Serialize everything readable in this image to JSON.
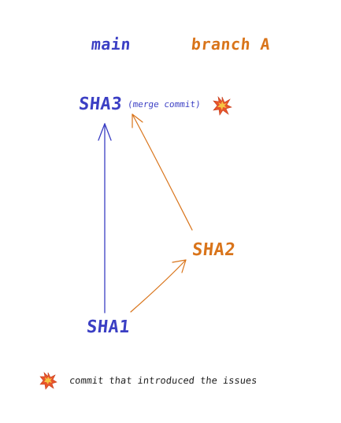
{
  "branches": {
    "main": "main",
    "branch_a": "branch A"
  },
  "commits": {
    "sha3": "SHA3",
    "sha3_note": "(merge commit)",
    "sha2": "SHA2",
    "sha1": "SHA1"
  },
  "legend": {
    "text": "commit that introduced the issues"
  },
  "icons": {
    "issue_marker": "collision-icon"
  },
  "colors": {
    "main": "#3b3fc4",
    "branch_a": "#d9741a",
    "issue_outer": "#e8552b",
    "issue_inner": "#f6c343"
  }
}
